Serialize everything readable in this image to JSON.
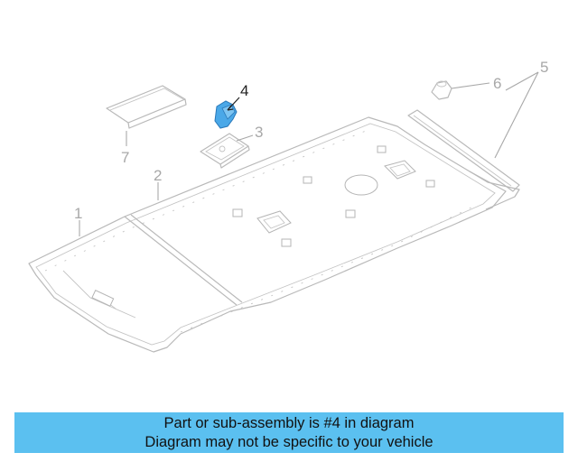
{
  "diagram": {
    "callouts": [
      {
        "id": "1",
        "label": "1",
        "highlighted": false
      },
      {
        "id": "2",
        "label": "2",
        "highlighted": false
      },
      {
        "id": "3",
        "label": "3",
        "highlighted": false
      },
      {
        "id": "4",
        "label": "4",
        "highlighted": true
      },
      {
        "id": "5",
        "label": "5",
        "highlighted": false
      },
      {
        "id": "6",
        "label": "6",
        "highlighted": false
      },
      {
        "id": "7",
        "label": "7",
        "highlighted": false
      }
    ],
    "highlight_color": "#4aa8e8",
    "line_color": "#b9b9b9"
  },
  "banner": {
    "line1": "Part or sub-assembly is #4 in diagram",
    "line2": "Diagram may not be specific to your vehicle",
    "background": "#5bc0f0"
  }
}
